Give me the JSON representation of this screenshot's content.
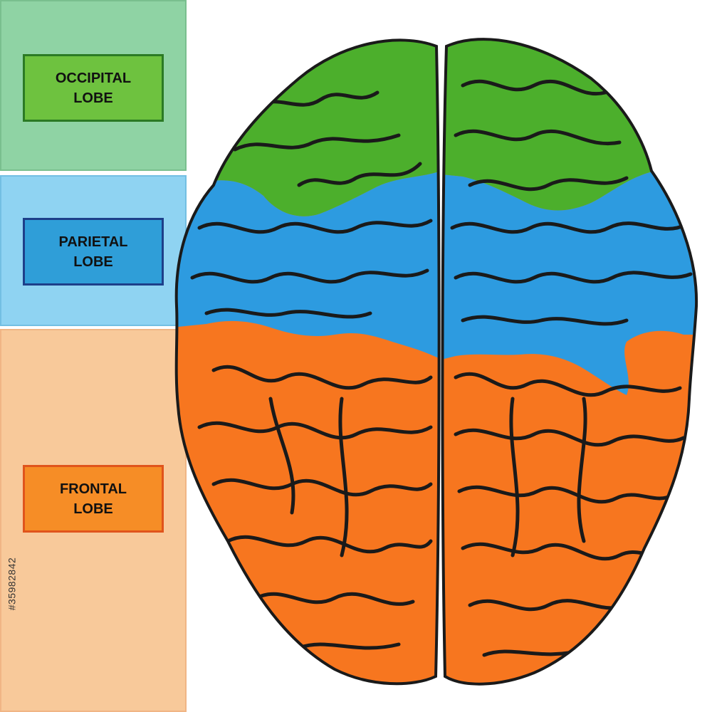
{
  "labels": {
    "occipital": {
      "line1": "OCCIPITAL",
      "line2": "LOBE"
    },
    "parietal": {
      "line1": "PARIETAL",
      "line2": "LOBE"
    },
    "frontal": {
      "line1": "FRONTAL",
      "line2": "LOBE"
    }
  },
  "stock_id": "#35982842",
  "colors": {
    "occipital": "#4caf2c",
    "parietal": "#2d9be0",
    "frontal": "#f7761f",
    "outline": "#1a1a1a"
  }
}
